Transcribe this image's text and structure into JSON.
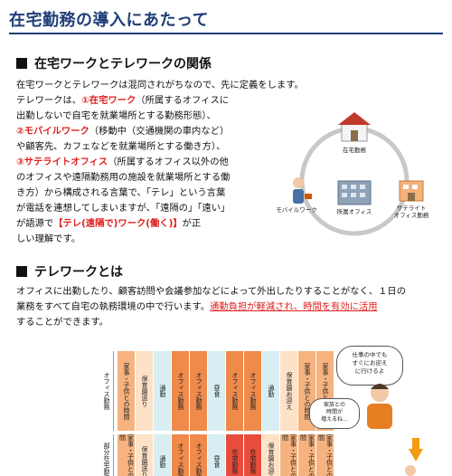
{
  "page": {
    "title": "在宅勤務の導入にあたって"
  },
  "section1": {
    "heading": "在宅ワークとテレワークの関係",
    "lines": [
      "在宅ワークとテレワークは混同されがちなので、先に定義をします。",
      "テレワークは、",
      "①在宅ワーク",
      "（所属するオフィスに",
      "出勤しないで自宅を就業場所とする勤務形態）、",
      "②モバイルワーク",
      "（移動中（交通機関の車内など）",
      "や顧客先、カフェなどを就業場所とする働き方）、",
      "③サテライトオフィス",
      "（所属するオフィス以外の他",
      "のオフィスや遠隔勤務用の施設を就業場所とする働",
      "き方）から構成される言葉で、「テレ」という言葉",
      "が電話を連想してしまいますが、「遠隔の」「遠い」",
      "が語源で",
      "【テレ(遠隔で)ワーク(働く)】",
      "が正",
      "しい理解です。"
    ]
  },
  "diagram": {
    "labels": {
      "home": "在宅勤務",
      "mobile": "モバイルワーク",
      "office": "所属オフィス",
      "satellite": "サテライト\nオフィス勤務"
    },
    "colors": {
      "circle_stroke": "#bbbbbb",
      "home_roof": "#c0392b",
      "office": "#7a8fa6",
      "satellite": "#e08a3b"
    }
  },
  "section2": {
    "heading": "テレワークとは",
    "line1": "オフィスに出勤したり、顧客訪問や会議参加などによって外出したりすることがなく、１日の",
    "line2_plain": "業務をすべて自宅の執務環境の中で行います。",
    "line2_highlight": "通勤負担が軽減され、時間を有効に活用",
    "line3": "することができます。"
  },
  "schedule_figure": {
    "row_labels": [
      "オフィス勤務",
      "部分在宅勤務"
    ],
    "columns_row1": [
      {
        "label": "家事・子供との時間",
        "color": "#f6b37f"
      },
      {
        "label": "保育園送り",
        "color": "#fde2c8"
      },
      {
        "label": "通勤",
        "color": "#d8eef3"
      },
      {
        "label": "オフィス勤務",
        "color": "#f08a4b"
      },
      {
        "label": "オフィス勤務",
        "color": "#f08a4b"
      },
      {
        "label": "昼食",
        "color": "#d8eef3"
      },
      {
        "label": "オフィス勤務",
        "color": "#f08a4b"
      },
      {
        "label": "オフィス勤務",
        "color": "#f08a4b"
      },
      {
        "label": "通勤",
        "color": "#d8eef3"
      },
      {
        "label": "保育園お迎え",
        "color": "#fde2c8"
      },
      {
        "label": "家事・子供との時間",
        "color": "#f6b37f"
      },
      {
        "label": "家事・子供との時間",
        "color": "#f6b37f"
      }
    ],
    "columns_row2": [
      {
        "label": "家事・子供との時間",
        "color": "#f6b37f"
      },
      {
        "label": "保育園送り",
        "color": "#fde2c8"
      },
      {
        "label": "通勤",
        "color": "#d8eef3"
      },
      {
        "label": "オフィス勤務",
        "color": "#f08a4b"
      },
      {
        "label": "オフィス勤務",
        "color": "#f08a4b"
      },
      {
        "label": "昼食",
        "color": "#d8eef3"
      },
      {
        "label": "在宅勤務",
        "color": "#e74c3c"
      },
      {
        "label": "在宅勤務",
        "color": "#e74c3c"
      },
      {
        "label": "保育園お迎え",
        "color": "#fde2c8"
      },
      {
        "label": "家事・子供との時間",
        "color": "#f6b37f"
      },
      {
        "label": "家事・子供との時間",
        "color": "#f6b37f"
      },
      {
        "label": "家事・子供との時間",
        "color": "#f6b37f"
      }
    ],
    "bubble1": "仕事の中でも\nすぐにお迎え\nに行けるよ",
    "bubble2": "家族との\n時間が\n増えるね…"
  }
}
